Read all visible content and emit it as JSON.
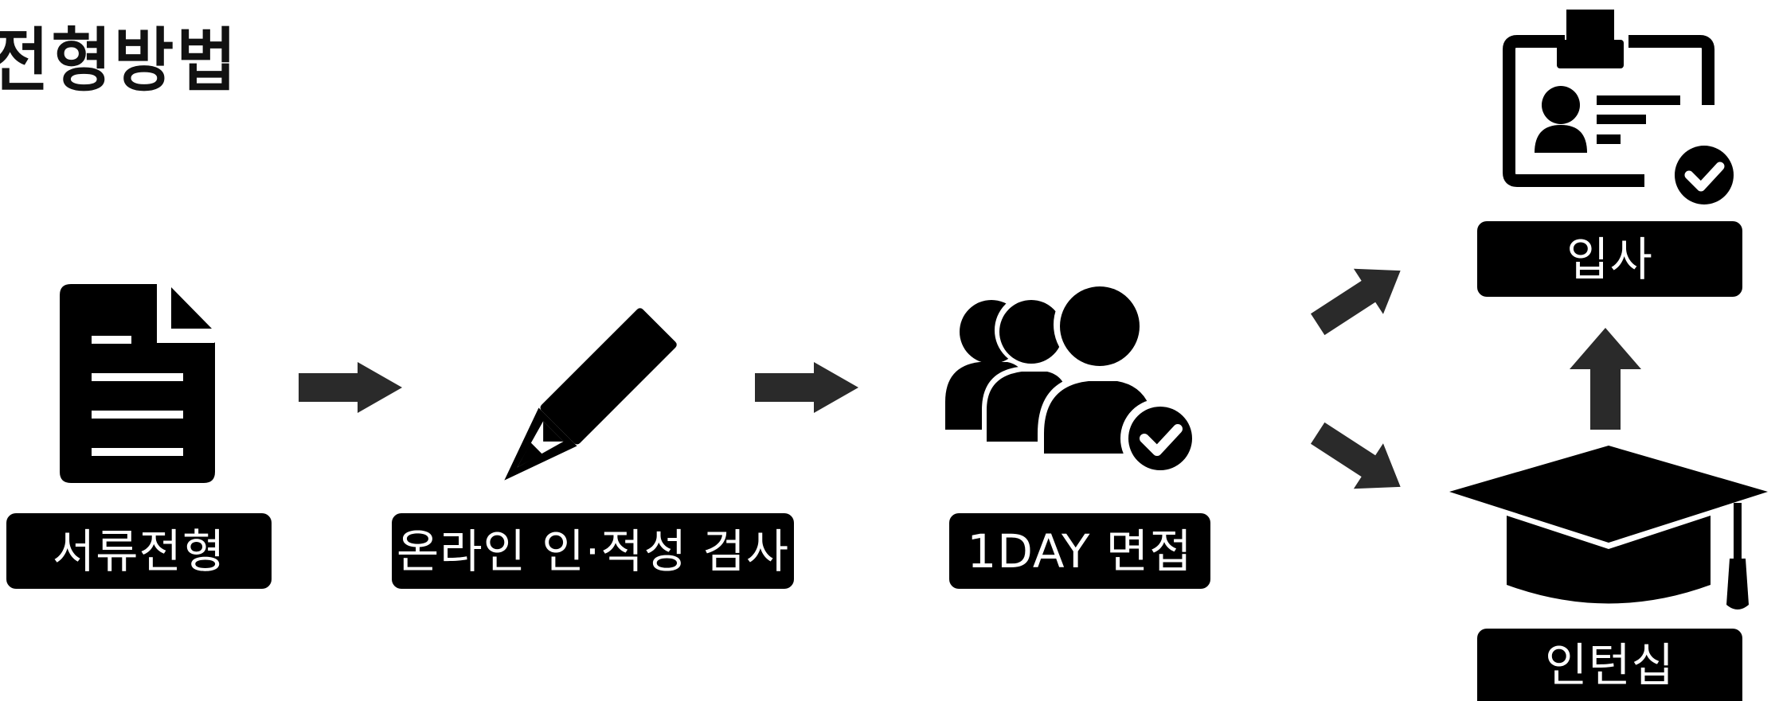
{
  "title": "전형방법",
  "steps": [
    {
      "label": "서류전형",
      "icon": "document-icon"
    },
    {
      "label": "온라인 인·적성 검사",
      "icon": "pencil-icon"
    },
    {
      "label": "1DAY 면접",
      "icon": "people-check-icon"
    }
  ],
  "outcomes": [
    {
      "label": "입사",
      "icon": "id-badge-check-icon"
    },
    {
      "label": "인턴십",
      "icon": "graduation-cap-icon"
    }
  ],
  "colors": {
    "icon": "#000000",
    "arrow": "#2a2a2a",
    "label_bg": "#000000",
    "label_text": "#ffffff"
  }
}
